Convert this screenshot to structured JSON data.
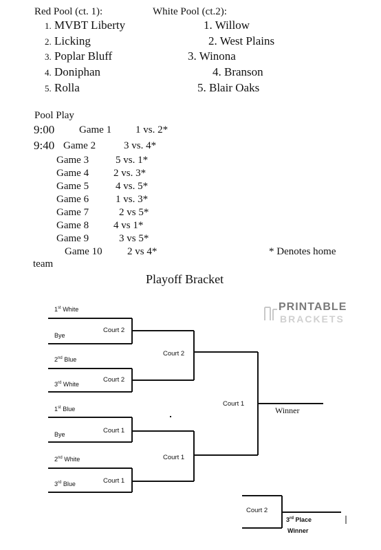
{
  "red_pool": {
    "header": "Red Pool (ct. 1):",
    "teams": [
      {
        "num": "1.",
        "name": "MVBT Liberty"
      },
      {
        "num": "2.",
        "name": "Licking"
      },
      {
        "num": "3.",
        "name": "Poplar Bluff"
      },
      {
        "num": "4.",
        "name": "Doniphan"
      },
      {
        "num": "5.",
        "name": "Rolla"
      }
    ]
  },
  "white_pool": {
    "header": "White Pool (ct.2):",
    "teams": [
      {
        "num": "1.",
        "name": "Willow"
      },
      {
        "num": "2.",
        "name": "West Plains"
      },
      {
        "num": "3.",
        "name": "Winona"
      },
      {
        "num": "4.",
        "name": "Branson"
      },
      {
        "num": "5.",
        "name": "Blair Oaks"
      }
    ]
  },
  "pool_play": {
    "header": "Pool Play",
    "games": [
      {
        "time": "9:00",
        "game": "Game 1",
        "match": "1 vs. 2*"
      },
      {
        "time": "9:40",
        "game": "Game 2",
        "match": "3 vs. 4*"
      },
      {
        "time": "",
        "game": "Game 3",
        "match": "5 vs. 1*"
      },
      {
        "time": "",
        "game": "Game 4",
        "match": "2 vs. 3*"
      },
      {
        "time": "",
        "game": "Game 5",
        "match": "4 vs. 5*"
      },
      {
        "time": "",
        "game": "Game 6",
        "match": "1 vs. 3*"
      },
      {
        "time": "",
        "game": "Game 7",
        "match": "2 vs 5*"
      },
      {
        "time": "",
        "game": "Game 8",
        "match": "4 vs 1*"
      },
      {
        "time": "",
        "game": "Game 9",
        "match": "3 vs 5*"
      },
      {
        "time": "",
        "game": "Game 10",
        "match": "2 vs 4*"
      }
    ],
    "note": "* Denotes home",
    "note_cont": "team"
  },
  "bracket": {
    "title": "Playoff Bracket",
    "logo_top": "PRINTABLE",
    "logo_bottom": "BRACKETS",
    "slots": [
      {
        "pre": "1",
        "sup": "st",
        "post": " White"
      },
      {
        "pre": "Bye",
        "sup": "",
        "post": ""
      },
      {
        "pre": "2",
        "sup": "nd",
        "post": " Blue"
      },
      {
        "pre": "3",
        "sup": "rd",
        "post": " White"
      },
      {
        "pre": "1",
        "sup": "st",
        "post": " Blue"
      },
      {
        "pre": "Bye",
        "sup": "",
        "post": ""
      },
      {
        "pre": "2",
        "sup": "nd",
        "post": " White"
      },
      {
        "pre": "3",
        "sup": "rd",
        "post": " Blue"
      }
    ],
    "courts_r1": [
      "Court 2",
      "Court 2",
      "Court 1",
      "Court 1"
    ],
    "courts_r2": [
      "Court 2",
      "Court 1"
    ],
    "court_final": "Court 1",
    "winner": "Winner",
    "third_court": "Court 2",
    "third_label_pre": "3",
    "third_label_sup": "rd",
    "third_label_post": " Place",
    "third_winner": "Winner"
  }
}
